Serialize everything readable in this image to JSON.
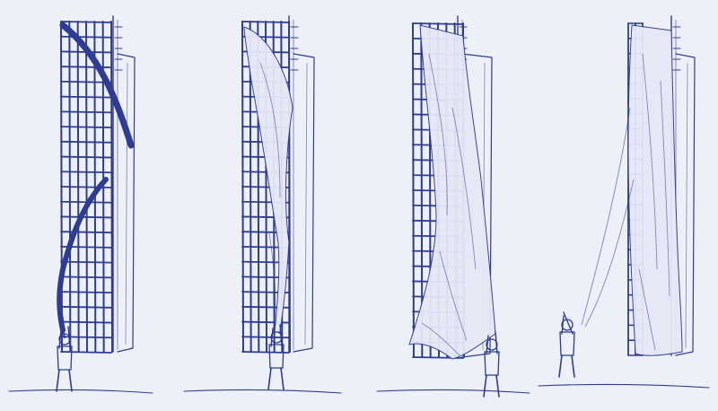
{
  "colors": {
    "ink": "#2f3c93",
    "ink_light": "#6b76bd",
    "cloth": "#e6e8f5",
    "background": "#eef0f8"
  },
  "panels": [
    {
      "step": 1,
      "cover": "strip",
      "figure": "pulling"
    },
    {
      "step": 2,
      "cover": "narrow",
      "figure": "pulling"
    },
    {
      "step": 3,
      "cover": "wide",
      "figure": "pulling"
    },
    {
      "step": 4,
      "cover": "full",
      "figure": "leaning"
    }
  ]
}
